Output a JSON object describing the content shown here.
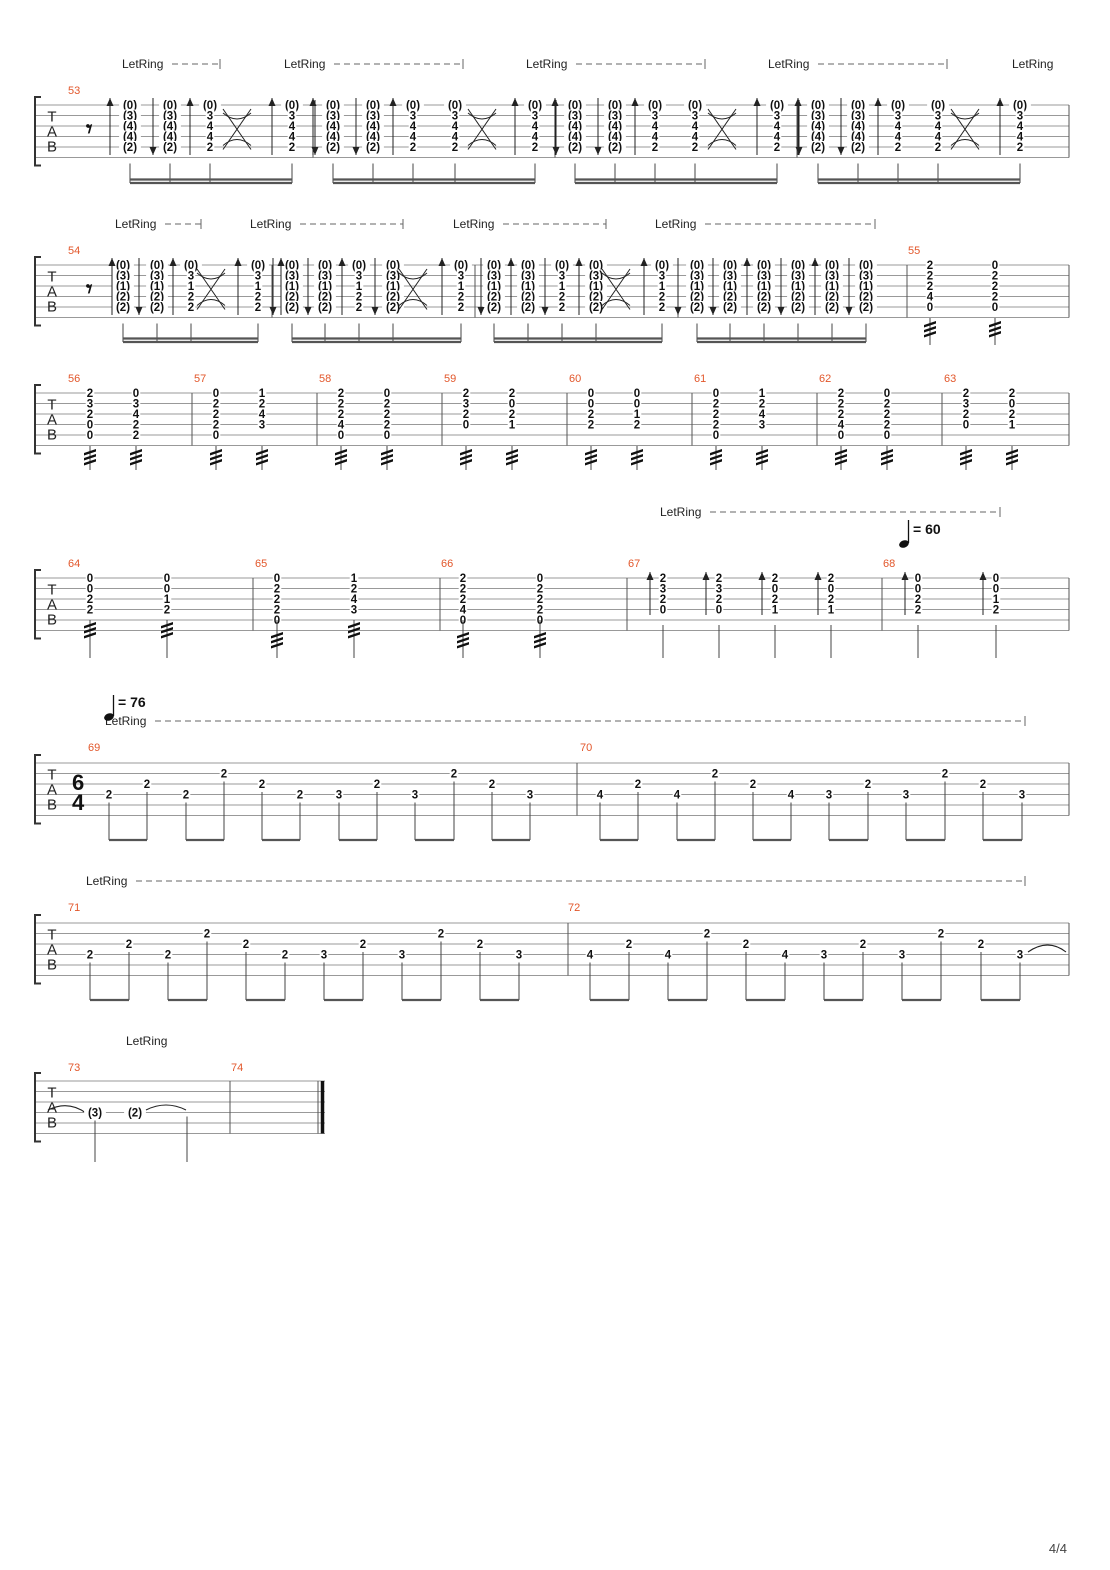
{
  "page_number": "4/4",
  "clef_label": [
    "T",
    "A",
    "B"
  ],
  "let_ring_label": "LetRing",
  "tempo_marks": [
    {
      "measure": "68",
      "text": "= 60"
    },
    {
      "measure": "69",
      "text": "= 76"
    }
  ],
  "time_signature": {
    "measure": "69",
    "top": "6",
    "bottom": "4"
  },
  "systems": [
    {
      "measures": [
        "53"
      ],
      "let_ring_count": 5
    },
    {
      "measures": [
        "54",
        "55"
      ],
      "let_ring_count": 4
    },
    {
      "measures": [
        "56",
        "57",
        "58",
        "59",
        "60",
        "61",
        "62",
        "63"
      ],
      "let_ring_count": 0
    },
    {
      "measures": [
        "64",
        "65",
        "66",
        "67",
        "68"
      ],
      "let_ring_count": 1
    },
    {
      "measures": [
        "69",
        "70"
      ],
      "let_ring_count": 1
    },
    {
      "measures": [
        "71",
        "72"
      ],
      "let_ring_count": 1
    },
    {
      "measures": [
        "73",
        "74"
      ],
      "let_ring_count": 1
    }
  ],
  "measure_53_chords": [
    [
      "(0)",
      "(3)",
      "(4)",
      "(4)",
      "(2)"
    ],
    [
      "(0)",
      "(3)",
      "(4)",
      "(4)",
      "(2)"
    ],
    [
      "(0)",
      "3",
      "4",
      "4",
      "2"
    ]
  ],
  "measure_54_chords": [
    [
      "(0)",
      "(3)",
      "(1)",
      "(2)",
      "(2)"
    ],
    [
      "(0)",
      "(3)",
      "(1)",
      "(2)",
      "(2)"
    ],
    [
      "(0)",
      "3",
      "1",
      "2",
      "2"
    ]
  ],
  "chords_55_to_66": [
    [
      "2",
      "2",
      "2",
      "4",
      "0"
    ],
    [
      "0",
      "2",
      "2",
      "2",
      "0"
    ],
    [
      "2",
      "3",
      "2",
      "0",
      "0"
    ],
    [
      "0",
      "3",
      "4",
      "2",
      "2"
    ],
    [
      "0",
      "2",
      "2",
      "2",
      "0"
    ],
    [
      "1",
      "2",
      "4",
      "3"
    ],
    [
      "2",
      "2",
      "2",
      "4",
      "0"
    ],
    [
      "0",
      "2",
      "2",
      "2",
      "0"
    ],
    [
      "2",
      "3",
      "2",
      "0"
    ],
    [
      "2",
      "0",
      "2",
      "1"
    ],
    [
      "0",
      "0",
      "2",
      "2"
    ],
    [
      "0",
      "0",
      "1",
      "2"
    ],
    [
      "0",
      "2",
      "2",
      "2",
      "0"
    ],
    [
      "1",
      "2",
      "4",
      "3"
    ],
    [
      "2",
      "2",
      "2",
      "4",
      "0"
    ],
    [
      "0",
      "2",
      "2",
      "2",
      "0"
    ],
    [
      "2",
      "3",
      "2",
      "0"
    ],
    [
      "2",
      "0",
      "2",
      "1"
    ],
    [
      "0",
      "0",
      "2",
      "2"
    ],
    [
      "0",
      "0",
      "1",
      "2"
    ],
    [
      "0",
      "2",
      "2",
      "2",
      "0"
    ],
    [
      "1",
      "2",
      "4",
      "3"
    ],
    [
      "2",
      "2",
      "2",
      "4",
      "0"
    ],
    [
      "0",
      "2",
      "2",
      "2",
      "0"
    ]
  ],
  "measure_67_chords": [
    [
      "2",
      "3",
      "2",
      "0"
    ],
    [
      "2",
      "3",
      "2",
      "0"
    ],
    [
      "2",
      "0",
      "2",
      "1"
    ],
    [
      "2",
      "0",
      "2",
      "1"
    ]
  ],
  "measure_68_chords": [
    [
      "0",
      "0",
      "2",
      "2"
    ],
    [
      "0",
      "0",
      "1",
      "2"
    ]
  ],
  "arpeggio_69_70": [
    "2",
    "2",
    "2",
    "2",
    "2",
    "2",
    "3",
    "2",
    "3",
    "2",
    "2",
    "3"
  ],
  "arpeggio_70": [
    "4",
    "2",
    "4",
    "2",
    "2",
    "4",
    "3",
    "2",
    "3",
    "2",
    "2",
    "3"
  ],
  "measure_73_notes": [
    "(3)",
    "(2)"
  ]
}
